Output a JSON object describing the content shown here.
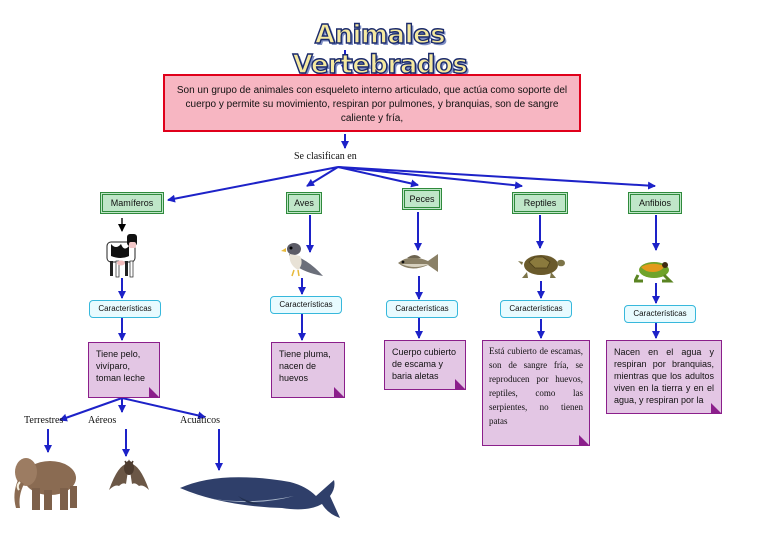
{
  "title": "Animales Vertebrados",
  "definition": "Son un grupo de animales con esqueleto interno articulado, que actúa como soporte del cuerpo y permite su movimiento, respiran por pulmones, y branquias, son de sangre caliente y fría,",
  "classify_label": "Se clasifican en",
  "characteristics_label": "Características",
  "classes": [
    {
      "name": "Mamíferos",
      "icon": "cow-icon",
      "description": "Tiene pelo, vivíparo, toman leche"
    },
    {
      "name": "Aves",
      "icon": "falcon-icon",
      "description": "Tiene pluma, nacen de huevos"
    },
    {
      "name": "Peces",
      "icon": "fish-icon",
      "description": "Cuerpo cubierto de escama y baria aletas"
    },
    {
      "name": "Reptiles",
      "icon": "turtle-icon",
      "description": "Está cubierto de escamas, son de sangre fría, se reproducen por huevos, reptiles, como las serpientes, no tienen patas"
    },
    {
      "name": "Anfibios",
      "icon": "frog-icon",
      "description": "Nacen en el agua y respiran por branquias, mientras que los adultos viven en la tierra y en el agua, y respiran por la"
    }
  ],
  "mammal_groups": [
    {
      "label": "Terrestres",
      "icon": "elephant-icon"
    },
    {
      "label": "Aéreos",
      "icon": "bat-icon"
    },
    {
      "label": "Acuáticos",
      "icon": "whale-icon"
    }
  ],
  "colors": {
    "arrow": "#1d22c8",
    "definition_fill": "#f7b6c2",
    "definition_border": "#e0001b",
    "class_fill": "#bfe6c8",
    "class_border": "#2f8a3c",
    "characteristics_border": "#37b8dc",
    "note_fill": "#e3c6e4",
    "note_border": "#8b1f8b"
  }
}
